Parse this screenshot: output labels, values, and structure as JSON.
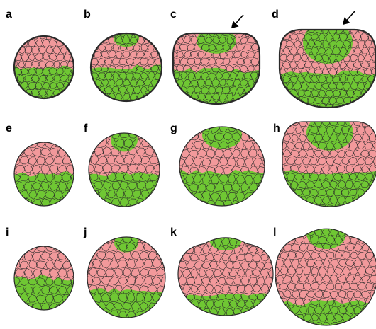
{
  "colors": {
    "pink": "#f2999b",
    "green": "#6fc733",
    "cell_line": "#2a2a2a",
    "outline": "#2a2a2a",
    "arrow": "#000000"
  },
  "panels": [
    {
      "label": "a",
      "shape": "circle",
      "green_cap": false,
      "style": "outlined",
      "arrow": false
    },
    {
      "label": "b",
      "shape": "circle",
      "green_cap": true,
      "style": "outlined",
      "arrow": false
    },
    {
      "label": "c",
      "shape": "rounded",
      "green_cap": true,
      "style": "outlined",
      "arrow": true
    },
    {
      "label": "d",
      "shape": "rounded",
      "green_cap": true,
      "style": "outlined",
      "arrow": true
    },
    {
      "label": "e",
      "shape": "circle",
      "green_cap": false,
      "style": "tiled",
      "arrow": false
    },
    {
      "label": "f",
      "shape": "circle",
      "green_cap": true,
      "style": "tiled",
      "arrow": false
    },
    {
      "label": "g",
      "shape": "circle",
      "green_cap": true,
      "style": "tiled",
      "arrow": false
    },
    {
      "label": "h",
      "shape": "rounded",
      "green_cap": true,
      "style": "tiled",
      "arrow": false
    },
    {
      "label": "i",
      "shape": "circle",
      "green_cap": false,
      "style": "tiled",
      "arrow": false
    },
    {
      "label": "j",
      "shape": "circle",
      "green_cap": true,
      "style": "tiled",
      "arrow": false
    },
    {
      "label": "k",
      "shape": "dome",
      "green_cap": true,
      "style": "tiled",
      "arrow": false
    },
    {
      "label": "l",
      "shape": "dome",
      "green_cap": true,
      "style": "tiled",
      "arrow": false
    }
  ]
}
